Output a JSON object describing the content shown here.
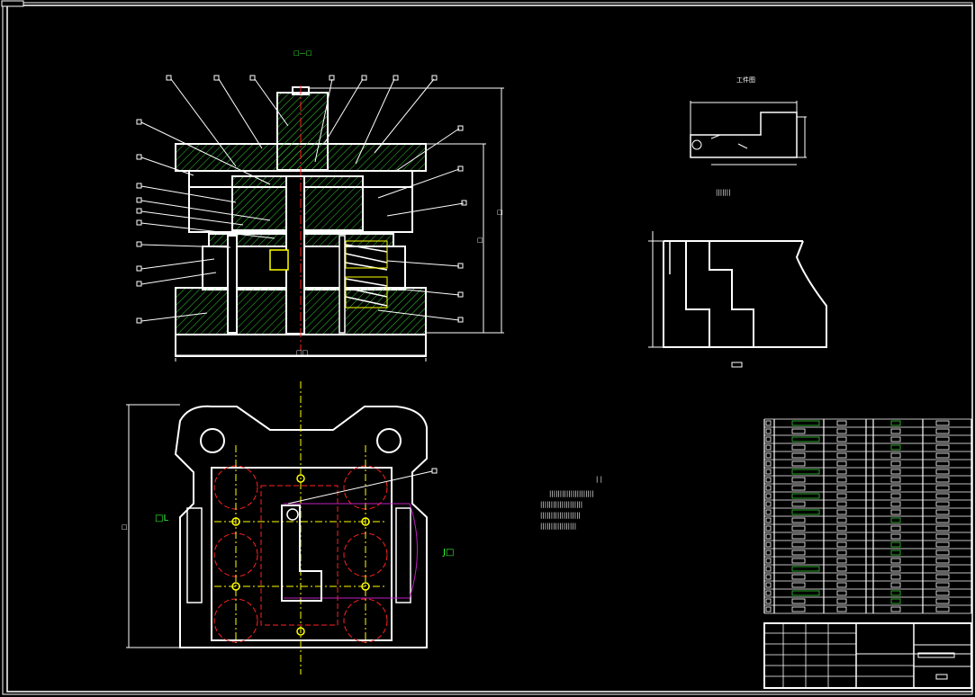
{
  "colors": {
    "background": "#000000",
    "line": "#ffffff",
    "section": "#33cc33",
    "center": "#ffff00",
    "hidden": "#ff2020",
    "profile": "#c020c0",
    "dim": "#ffffff"
  },
  "corner_tab": "",
  "section_view": {
    "title": "□—□",
    "dim_width": "□□",
    "dim_height_a": "□",
    "dim_height_b": "□"
  },
  "workpiece_view": {
    "title": "工件图",
    "note": "|||||||"
  },
  "detail_view": {
    "scale_label": ""
  },
  "plan_view": {
    "left_marker": "□L",
    "right_marker": "J□",
    "dim_height": "□"
  },
  "tech_notes": {
    "heading": "| |",
    "lines": [
      "|||||||||||||||||||||",
      "||||||||||||||||||||",
      "|||||||||||||||||||",
      "|||||||||||||||||"
    ]
  },
  "bom_table": {
    "rows": 24
  },
  "title_block": {
    "sheet_label": ""
  }
}
